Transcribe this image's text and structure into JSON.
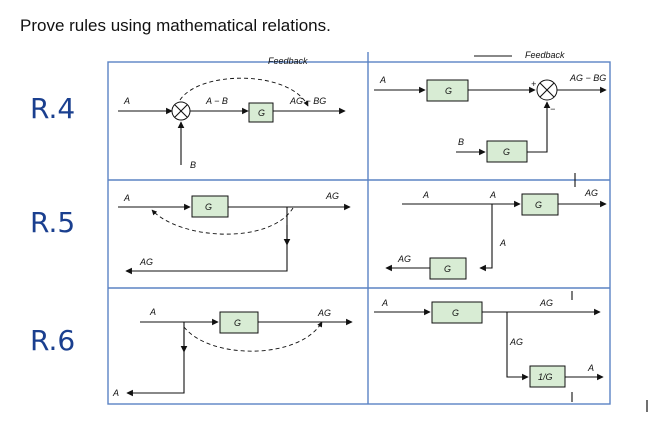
{
  "heading": "Prove rules using mathematical relations.",
  "rules": [
    {
      "label": "R.4"
    },
    {
      "label": "R.5"
    },
    {
      "label": "R.6"
    }
  ],
  "caption_top": "Feedback",
  "caption_top_right": "Feedback",
  "r4_left": {
    "in_a": "A",
    "sum_out": "A − B",
    "block": "G",
    "out": "AG − BG",
    "in_b": "B"
  },
  "r4_right": {
    "in_a": "A",
    "block_top": "G",
    "out": "AG − BG",
    "in_b": "B",
    "block_bottom": "G",
    "plus": "+",
    "minus": "−"
  },
  "r5_left": {
    "in_a": "A",
    "block": "G",
    "out": "AG",
    "pickoff_out": "AG"
  },
  "r5_right": {
    "in_a_left": "A",
    "in_a": "A",
    "block": "G",
    "out": "AG",
    "pickoff_a": "A",
    "pickoff_block": "G",
    "pickoff_out": "AG"
  },
  "r6_left": {
    "in_a": "A",
    "block": "G",
    "out": "AG",
    "pickoff_out": "A"
  },
  "r6_right": {
    "in_a": "A",
    "block": "G",
    "out": "AG",
    "pickoff_label": "AG",
    "block_inv": "1/G",
    "pickoff_out": "A"
  }
}
